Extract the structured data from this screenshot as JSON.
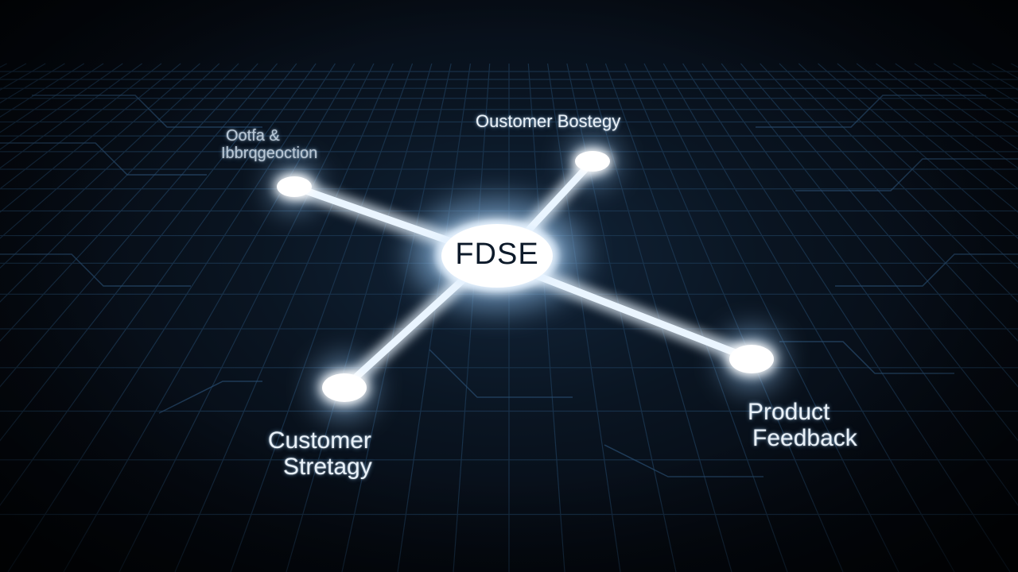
{
  "diagram": {
    "center_node": "FDSE",
    "nodes": [
      {
        "id": "top_left",
        "lines": [
          "Ootfa &",
          "Ibbrqgeoction"
        ]
      },
      {
        "id": "top_right",
        "lines": [
          "Oustomer Bostegy"
        ]
      },
      {
        "id": "bottom_left",
        "lines": [
          "Customer",
          "Stretagy"
        ]
      },
      {
        "id": "bottom_right",
        "lines": [
          "Product",
          "Feedback"
        ]
      }
    ]
  },
  "colors": {
    "background": "#050a12",
    "grid_line": "#1d3a56",
    "glow": "#cfe8ff",
    "node_core": "#ffffff"
  }
}
